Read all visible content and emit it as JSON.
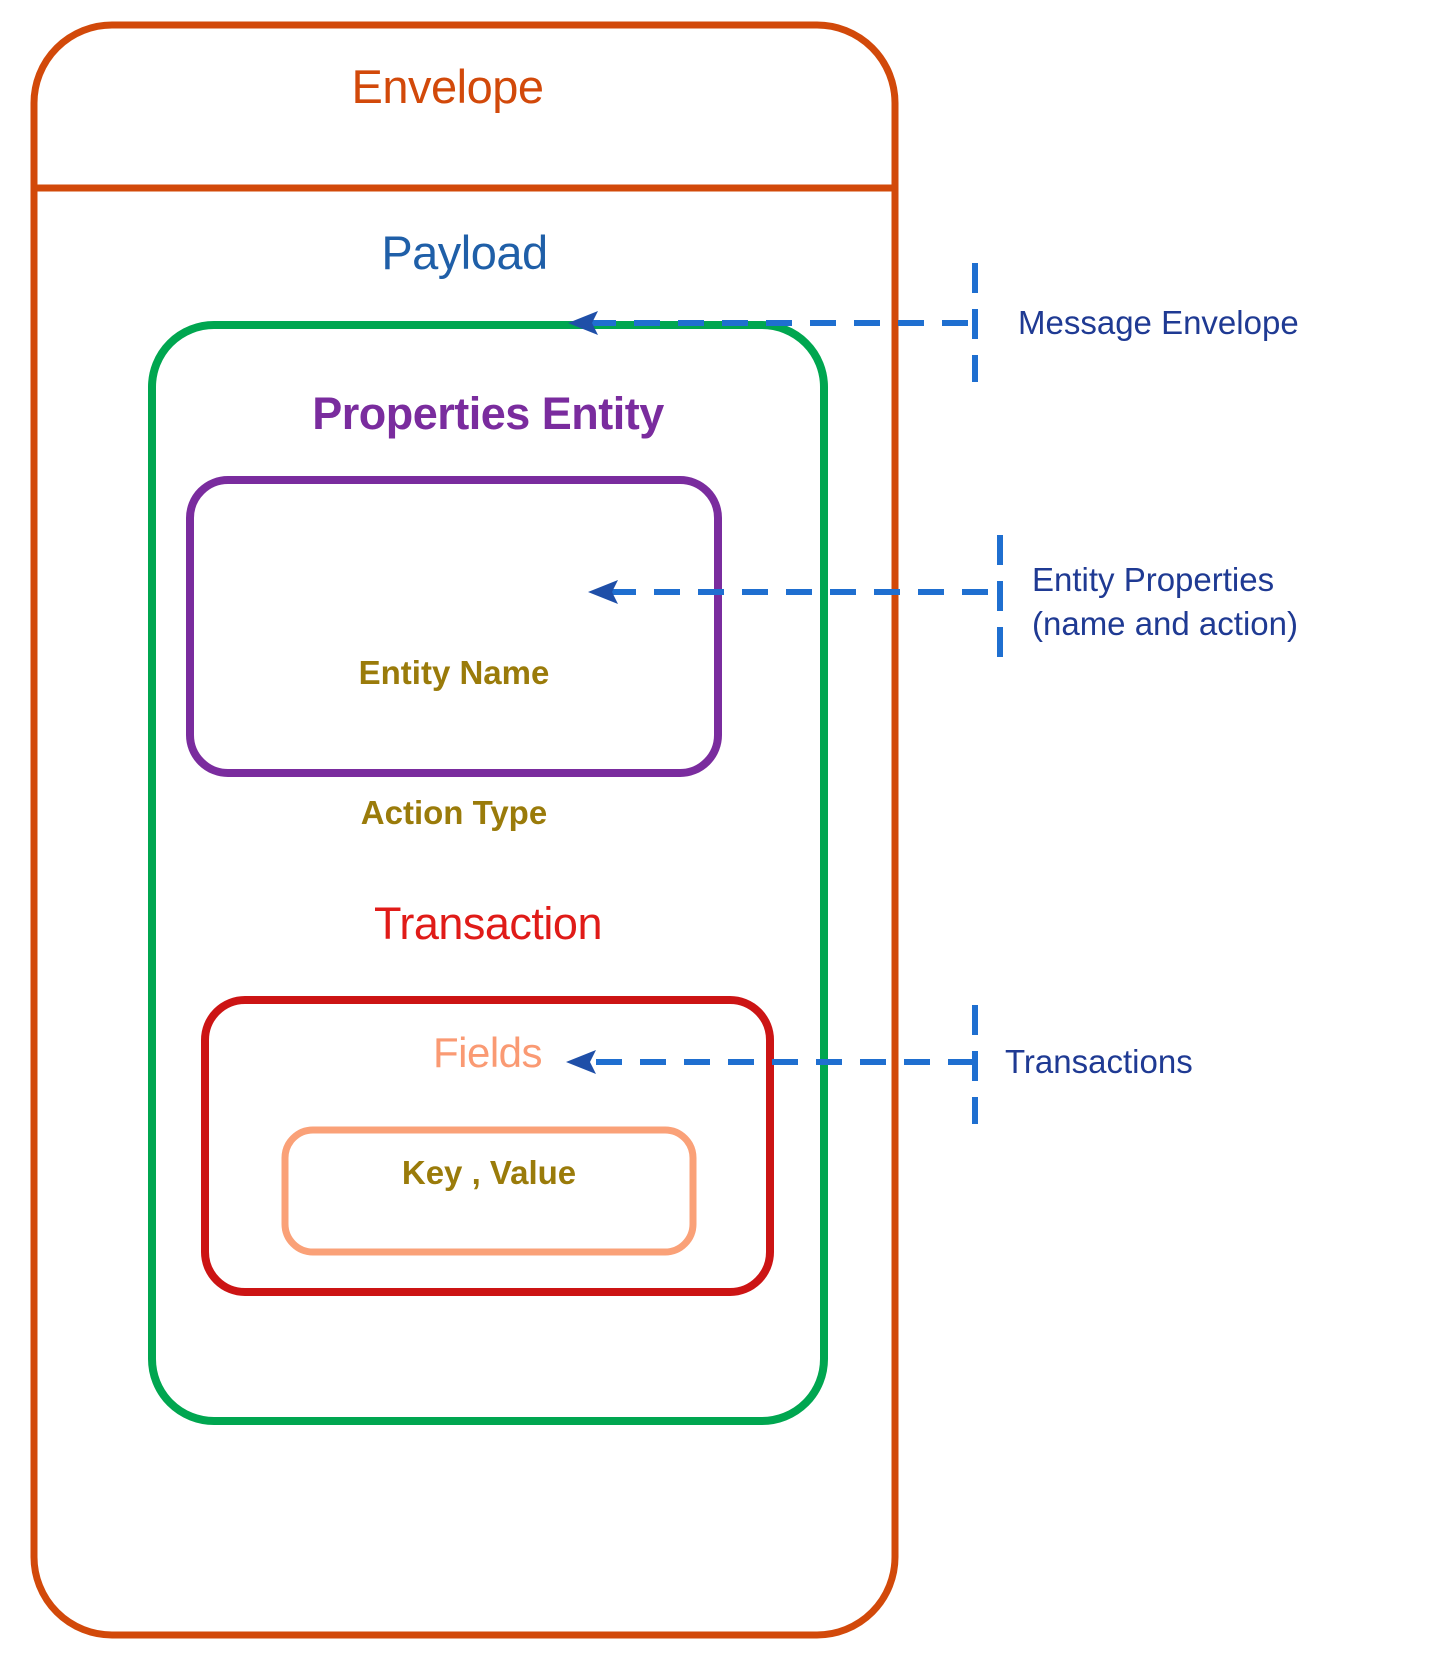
{
  "diagram": {
    "title_semantic": "message-envelope-structure",
    "boxes": {
      "envelope": {
        "label": "Envelope",
        "color": "#D2490A"
      },
      "payload": {
        "label": "Payload",
        "color": "#1F5FA8",
        "border_color": "#00A650"
      },
      "properties_entity": {
        "label": "Properties Entity",
        "color": "#7A2C9E",
        "border_color": "#7A2C9E"
      },
      "entity_fields": {
        "line1": "Entity Name",
        "line2": "Action Type",
        "color": "#9A7B0A"
      },
      "transaction": {
        "label": "Transaction",
        "color": "#E01B18",
        "border_color": "#CC1414"
      },
      "fields": {
        "label": "Fields",
        "color": "#FA9A73",
        "border_color": "#FAA178"
      },
      "key_value": {
        "label": "Key , Value",
        "color": "#9A7B0A"
      }
    },
    "callouts": [
      {
        "id": "message-envelope",
        "text": "Message Envelope"
      },
      {
        "id": "entity-properties",
        "text": "Entity Properties\n(name and action)"
      },
      {
        "id": "transactions",
        "text": "Transactions"
      }
    ],
    "annotation_color": "#1F3A93",
    "leader_color": "#1F6FD0"
  }
}
